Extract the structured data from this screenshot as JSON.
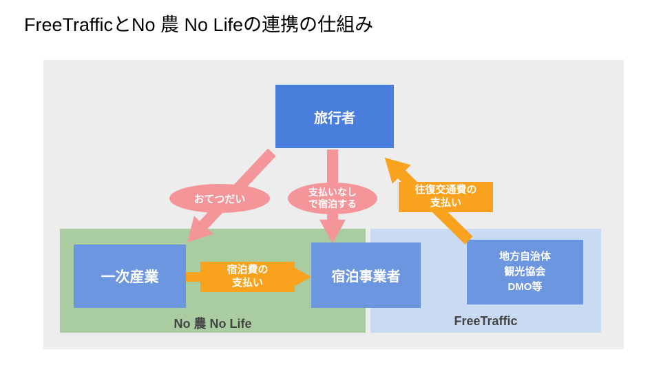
{
  "title": "FreeTrafficとNo 農 No Lifeの連携の仕組み",
  "diagram": {
    "nodes": {
      "traveler": {
        "label": "旅行者"
      },
      "primary_industry": {
        "label": "一次産業"
      },
      "lodging_operator": {
        "label": "宿泊事業者"
      },
      "local_gov": {
        "line1": "地方自治体",
        "line2": "観光協会",
        "line3": "DMO等"
      }
    },
    "groups": {
      "no_nou_no_life": {
        "label": "No 農 No Life"
      },
      "free_traffic": {
        "label": "FreeTraffic"
      }
    },
    "flows": {
      "otetsudai": {
        "label": "おてつだい"
      },
      "stay_without_payment": {
        "line1": "支払いなし",
        "line2": "で宿泊する"
      },
      "transport_payment": {
        "line1": "往復交通費の",
        "line2": "支払い"
      },
      "lodging_payment": {
        "line1": "宿泊費の",
        "line2": "支払い"
      }
    },
    "colors": {
      "canvas_background": "#EDEDED",
      "traveler_box": "#4A7EDC",
      "node_box": "#6D96E0",
      "green_zone": "#A9CCA1",
      "blue_zone": "#C9DAF3",
      "pink_arrow": "#F49599",
      "orange_arrow": "#F9A21D",
      "zone_label_text": "#454545",
      "node_text": "#FFFFFF"
    }
  }
}
